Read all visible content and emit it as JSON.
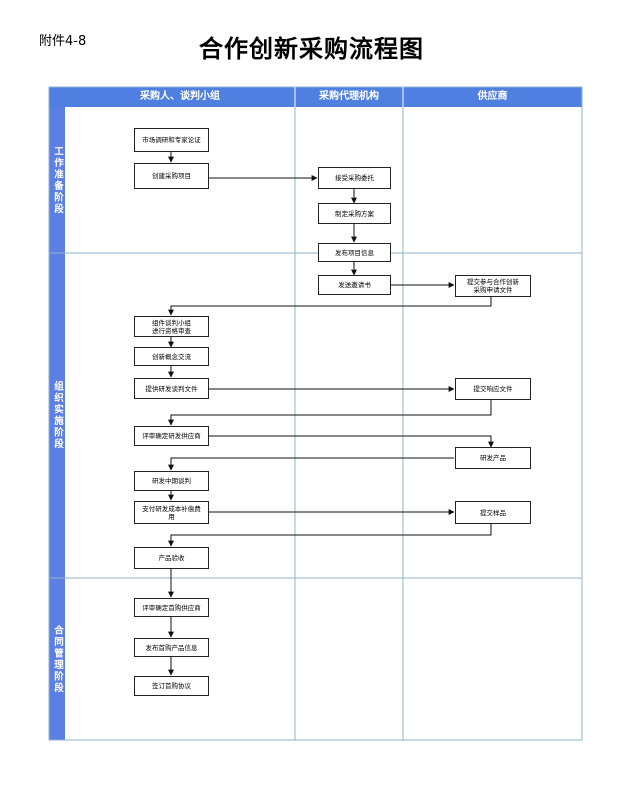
{
  "attachment_label": "附件4-8",
  "title": "合作创新采购流程图",
  "colors": {
    "header_blue": "#4f7fe0",
    "phase_blue": "#5c7fe4",
    "grid_line": "#8fb3cc",
    "node_border": "#222222"
  },
  "columns": [
    {
      "label": "采购人、谈判小组"
    },
    {
      "label": "采购代理机构"
    },
    {
      "label": "供应商"
    }
  ],
  "phases": [
    {
      "label": "工作准备阶段"
    },
    {
      "label": "组织实施阶段"
    },
    {
      "label": "合同管理阶段"
    }
  ],
  "nodes": [
    {
      "label": "市场调研和专家论证"
    },
    {
      "label": "创建采购项目"
    },
    {
      "label": "接受采购委托"
    },
    {
      "label": "制定采购方案"
    },
    {
      "label": "发布项目信息"
    },
    {
      "label": "发送邀请书"
    },
    {
      "label": "提交参与合作创新\n采购申请文件"
    },
    {
      "label": "组件谈判小组\n进行资格审查"
    },
    {
      "label": "创新概念交流"
    },
    {
      "label": "提供研发谈判文件"
    },
    {
      "label": "提交响应文件"
    },
    {
      "label": "评审确定研发供应商"
    },
    {
      "label": "研发产品"
    },
    {
      "label": "研发中期谈判"
    },
    {
      "label": "支付研发成本补偿费\n用"
    },
    {
      "label": "提交样品"
    },
    {
      "label": "产品验收"
    },
    {
      "label": "评审确定首购供应商"
    },
    {
      "label": "发布首购产品信息"
    },
    {
      "label": "签订首购协议"
    }
  ]
}
